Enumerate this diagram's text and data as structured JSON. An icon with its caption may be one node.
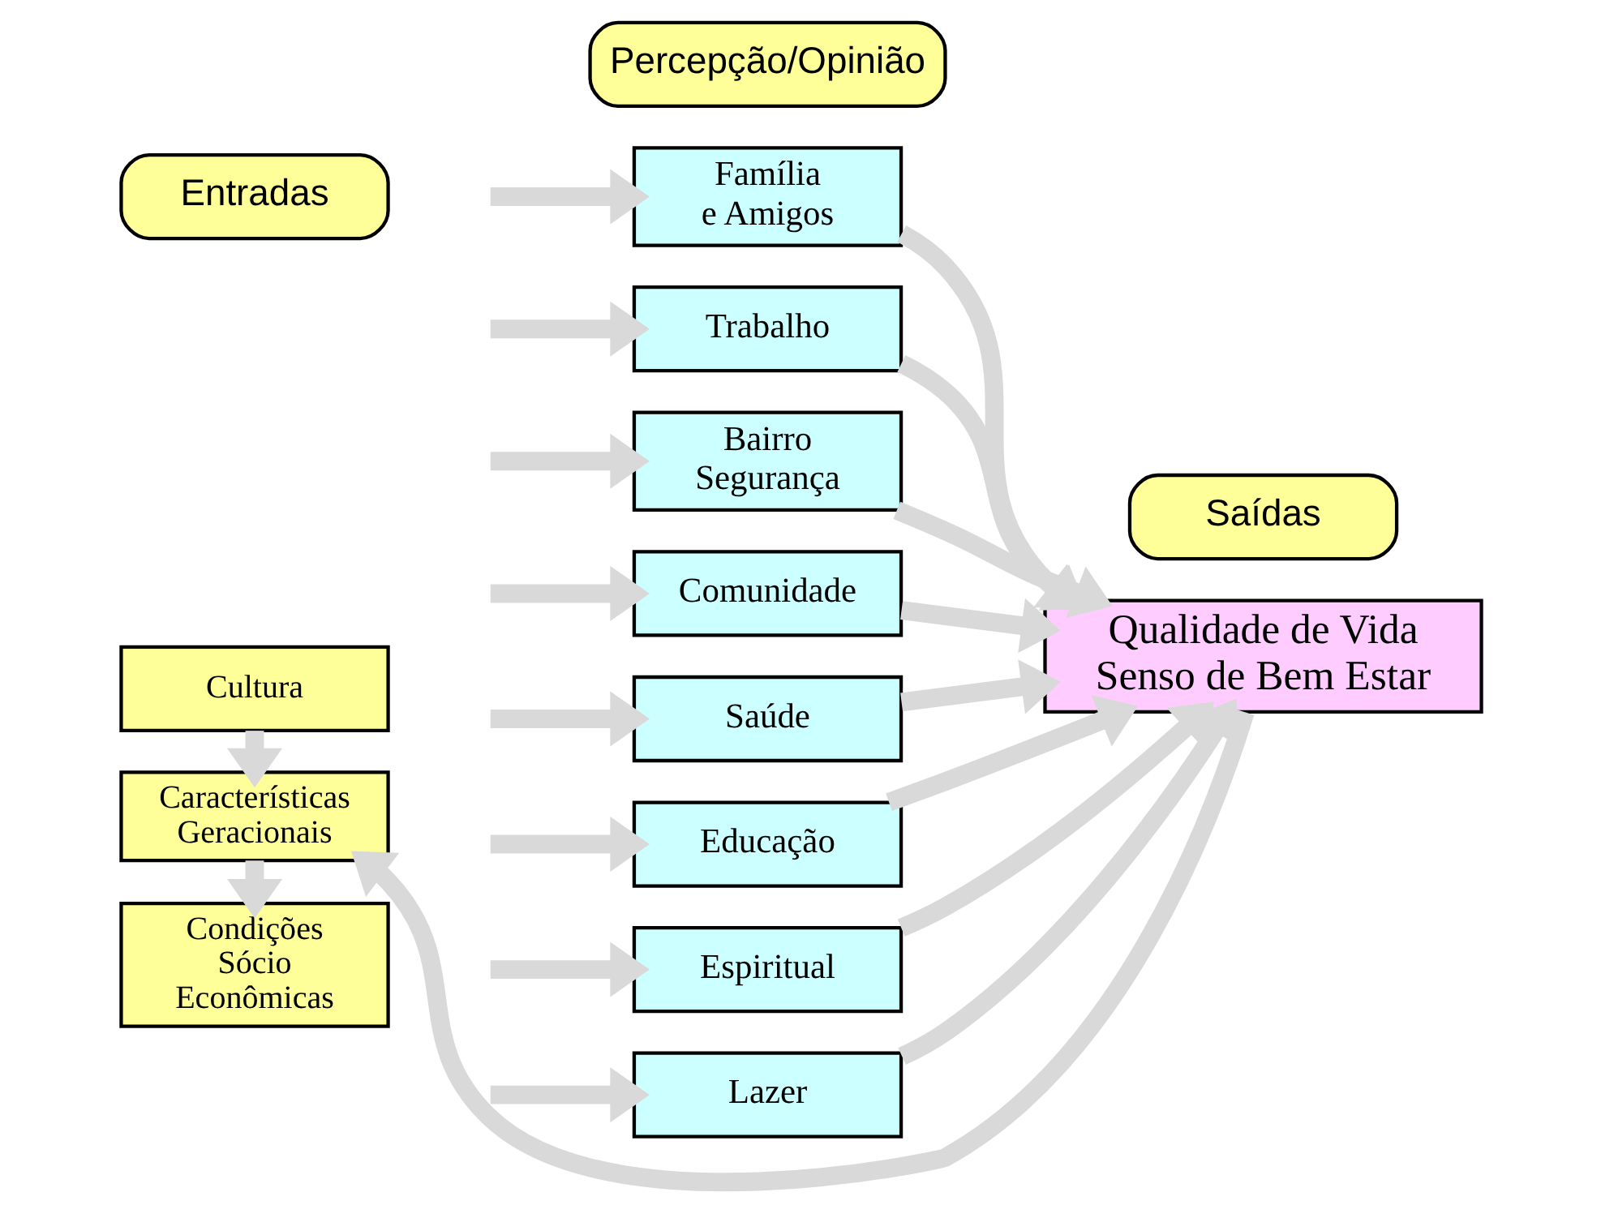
{
  "diagram": {
    "nodes": [
      {
        "text": [
          "Entradas"
        ]
      },
      {
        "text": [
          "Percepção/Opinião"
        ]
      },
      {
        "text": [
          "Saídas"
        ]
      },
      {
        "text": [
          "Família e Amigos"
        ]
      },
      {
        "text": [
          "Trabalho"
        ]
      },
      {
        "text": [
          "Bairro Segurança"
        ]
      },
      {
        "text": [
          "Comunidade"
        ]
      },
      {
        "text": [
          "Saúde"
        ]
      },
      {
        "text": [
          "Educação"
        ]
      },
      {
        "text": [
          "Espiritual"
        ]
      },
      {
        "text": [
          "Lazer"
        ]
      },
      {
        "text": [
          "Cultura"
        ]
      },
      {
        "text": [
          "Características Geracionais"
        ]
      },
      {
        "text": [
          "Condições Sócio Econômicas"
        ]
      },
      {
        "text": [
          "Qualidade de Vida Senso de Bem Estar"
        ]
      }
    ],
    "edges": [
      {
        "from": null,
        "to": 3,
        "arrow": "to"
      },
      {
        "from": null,
        "to": 4,
        "arrow": "to"
      },
      {
        "from": null,
        "to": 5,
        "arrow": "to"
      },
      {
        "from": null,
        "to": 6,
        "arrow": "to"
      },
      {
        "from": null,
        "to": 7,
        "arrow": "to"
      },
      {
        "from": null,
        "to": 8,
        "arrow": "to"
      },
      {
        "from": null,
        "to": 9,
        "arrow": "to"
      },
      {
        "from": null,
        "to": 10,
        "arrow": "to"
      },
      {
        "from": 11,
        "to": 12,
        "arrow": "to"
      },
      {
        "from": 12,
        "to": 13,
        "arrow": "to"
      },
      {
        "from": 3,
        "to": 14,
        "arrow": "to"
      },
      {
        "from": 4,
        "to": 14,
        "arrow": "to"
      },
      {
        "from": 5,
        "to": 14,
        "arrow": "to"
      },
      {
        "from": 6,
        "to": 14,
        "arrow": "to"
      },
      {
        "from": 7,
        "to": 14,
        "arrow": "to"
      },
      {
        "from": 8,
        "to": 14,
        "arrow": "to"
      },
      {
        "from": 9,
        "to": 14,
        "arrow": "to"
      },
      {
        "from": 10,
        "to": 14,
        "arrow": "to"
      },
      {
        "from": 14,
        "to": 12,
        "arrow": "to"
      }
    ]
  }
}
